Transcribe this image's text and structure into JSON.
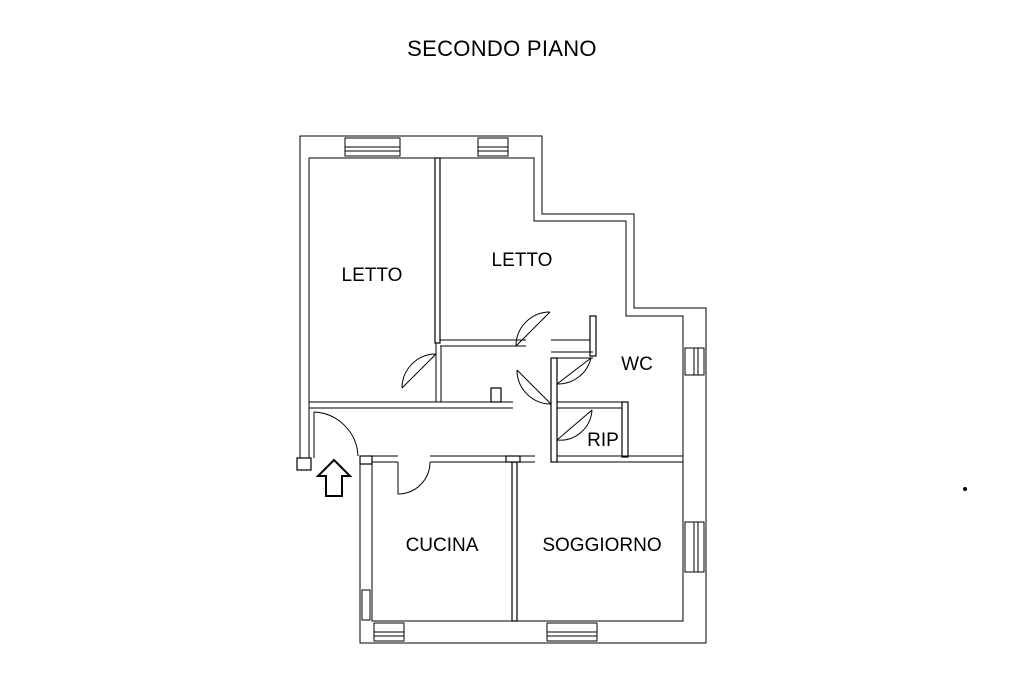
{
  "title": "SECONDO PIANO",
  "rooms": {
    "letto_1": "LETTO",
    "letto_2": "LETTO",
    "wc": "WC",
    "rip": "RIP",
    "cucina": "CUCINA",
    "soggiorno": "SOGGIORNO"
  },
  "entrance_icon": "up-arrow-icon",
  "colors": {
    "line": "#000000",
    "background": "#ffffff"
  }
}
